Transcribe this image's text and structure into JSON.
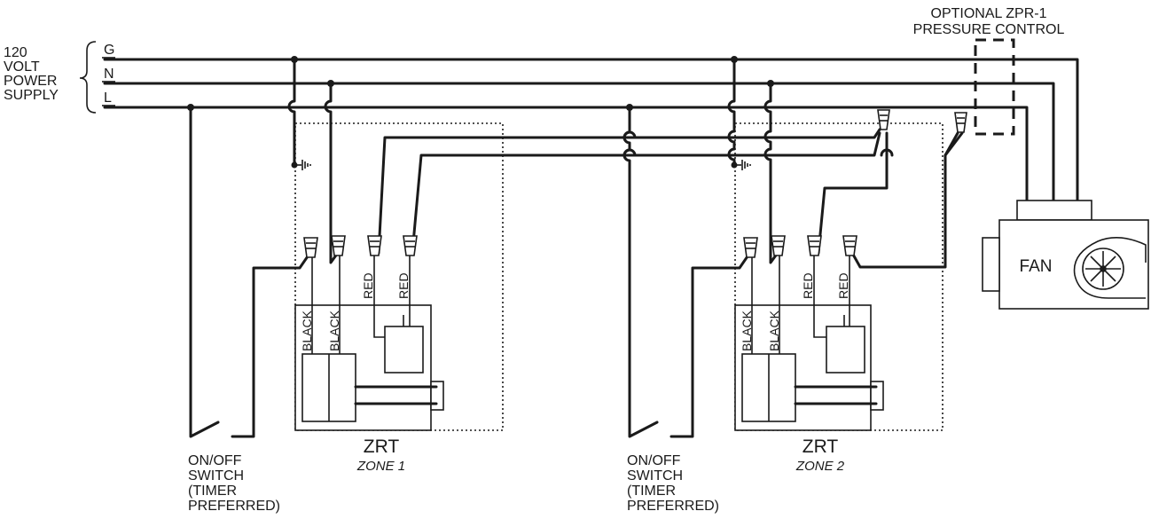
{
  "power_supply": {
    "label_lines": [
      "120",
      "VOLT",
      "POWER",
      "SUPPLY"
    ],
    "lines": {
      "ground": "G",
      "neutral": "N",
      "line": "L"
    }
  },
  "pressure_control": {
    "label_lines": [
      "OPTIONAL ZPR-1",
      "PRESSURE CONTROL"
    ]
  },
  "fan": {
    "label": "FAN"
  },
  "zones": [
    {
      "title": "ZRT",
      "subtitle": "ZONE 1",
      "wire_labels": [
        "BLACK",
        "BLACK",
        "RED",
        "RED"
      ],
      "switch_label_lines": [
        "ON/OFF",
        "SWITCH",
        "(TIMER",
        "PREFERRED)"
      ]
    },
    {
      "title": "ZRT",
      "subtitle": "ZONE 2",
      "wire_labels": [
        "BLACK",
        "BLACK",
        "RED",
        "RED"
      ],
      "switch_label_lines": [
        "ON/OFF",
        "SWITCH",
        "(TIMER",
        "PREFERRED)"
      ]
    }
  ]
}
